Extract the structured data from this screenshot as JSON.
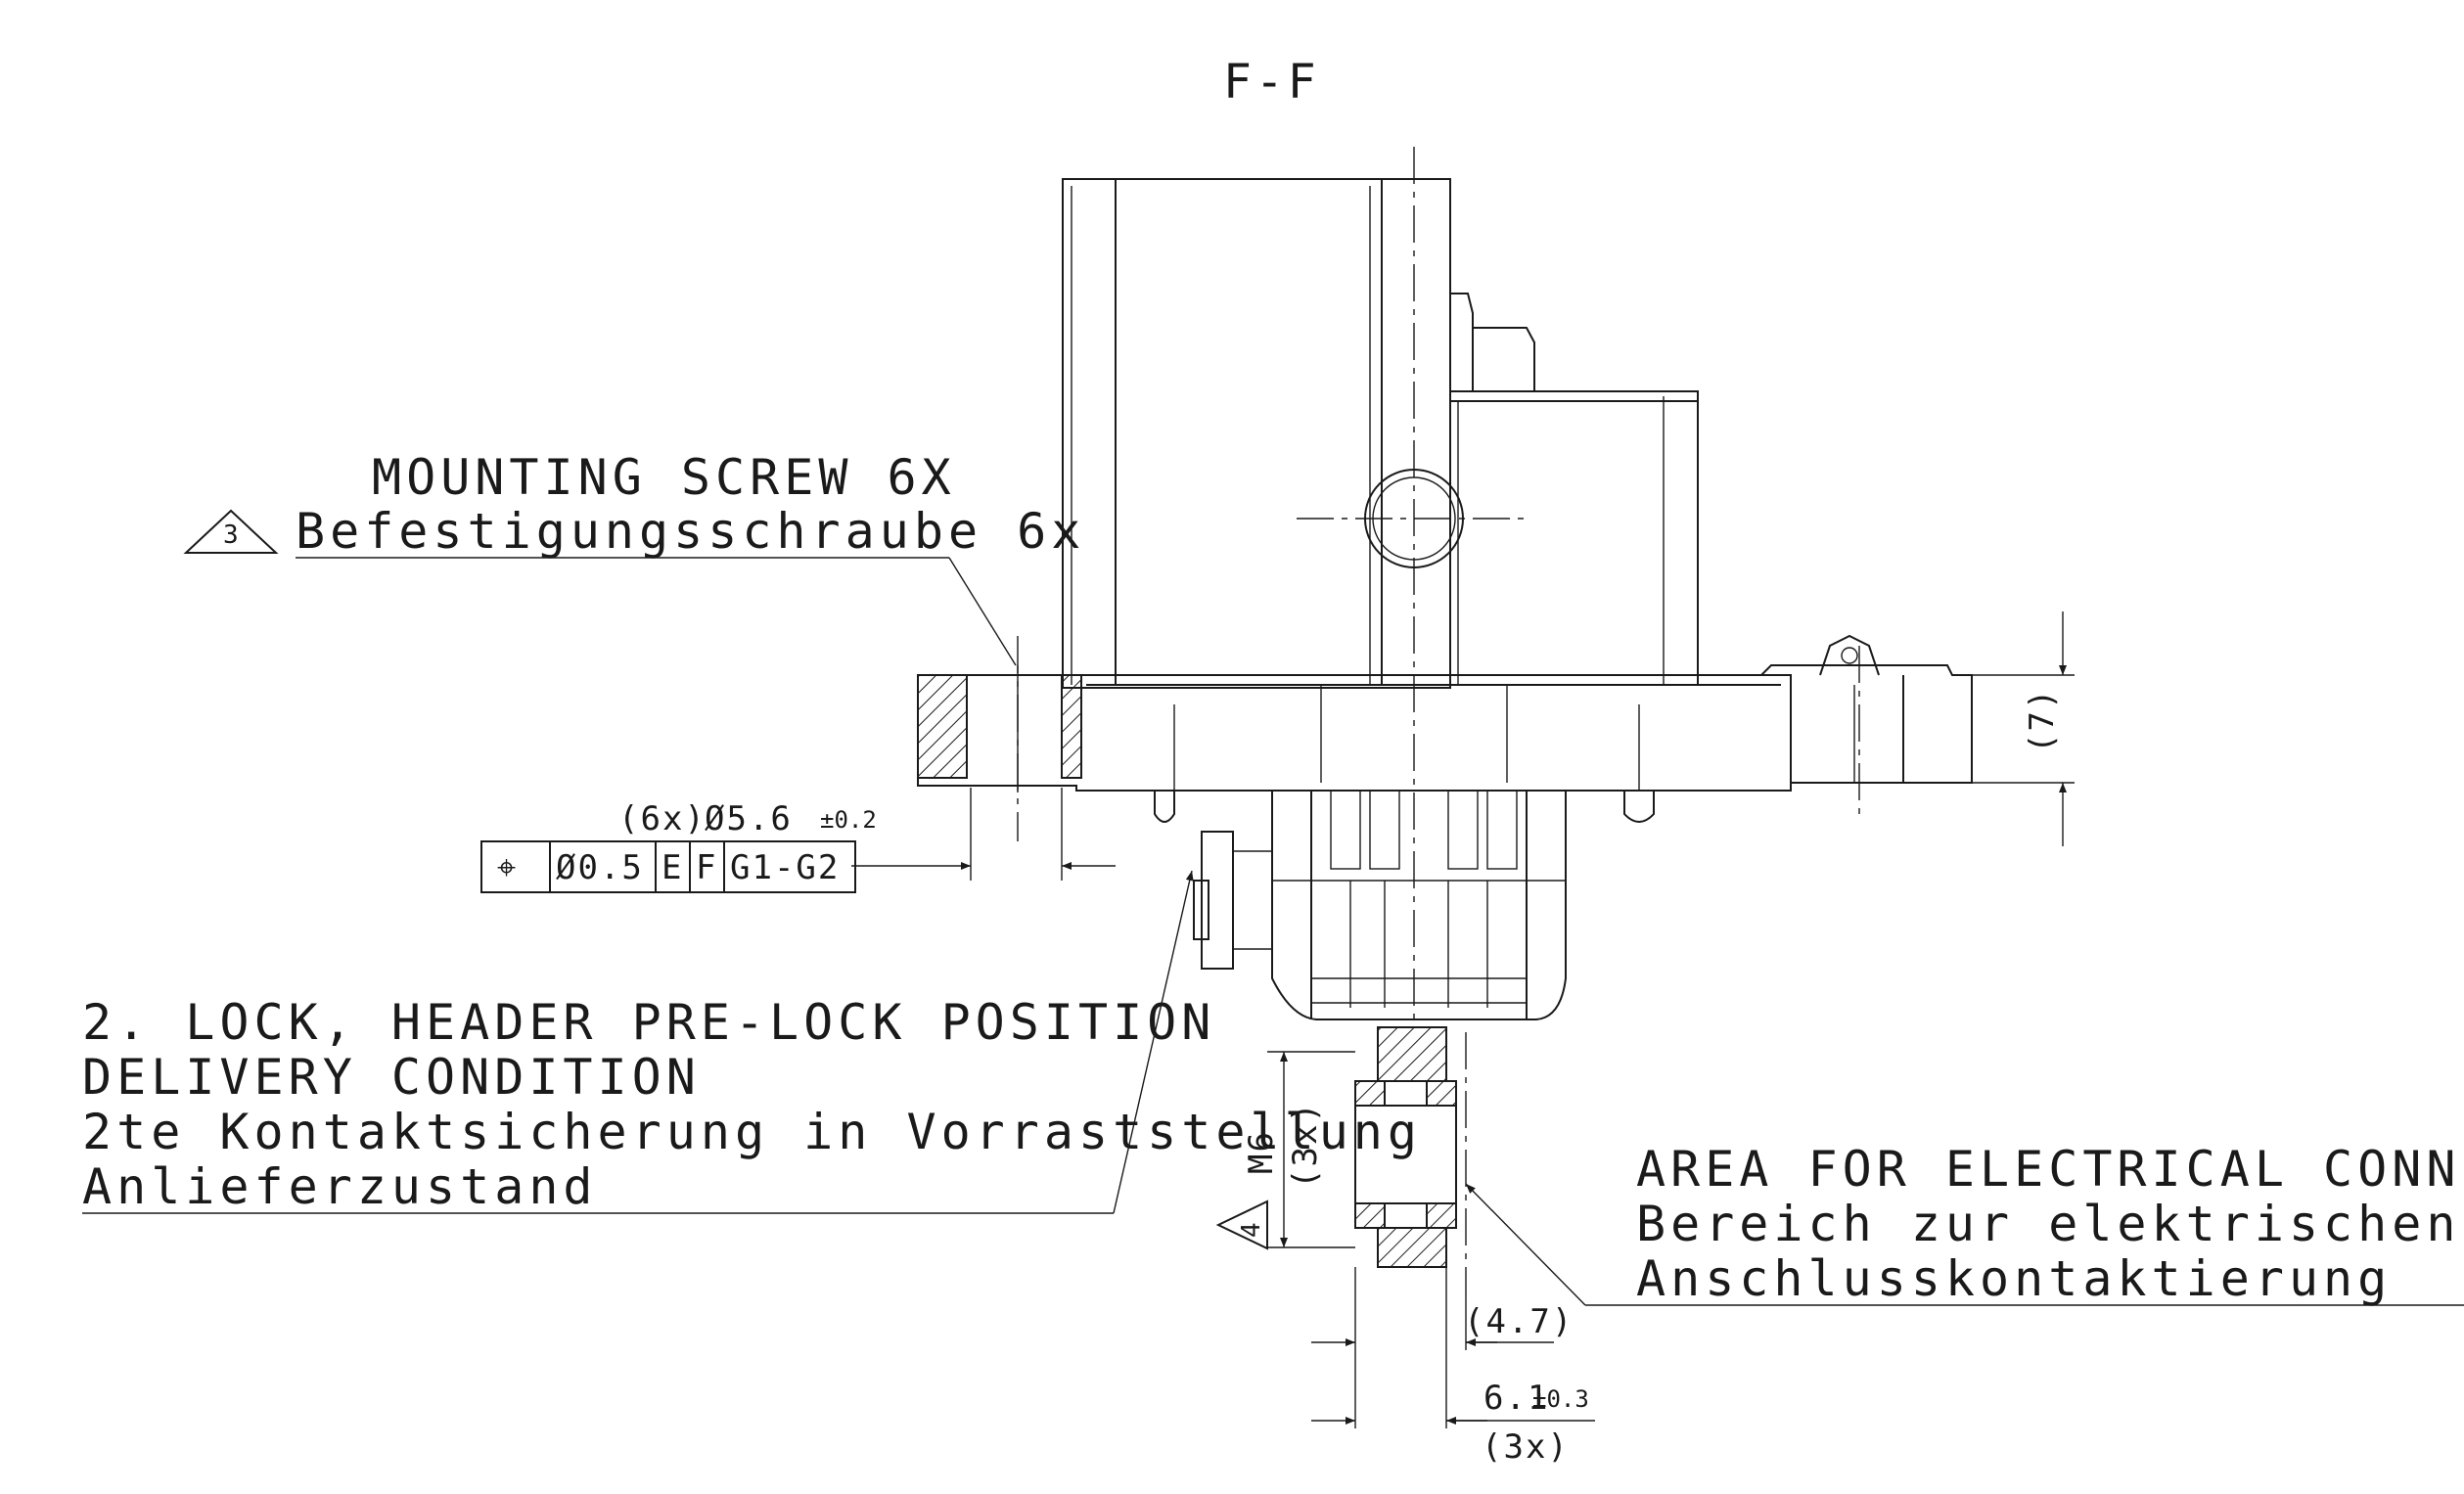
{
  "view_label": "F-F",
  "notes": {
    "mounting_screw_en": "MOUNTING SCREW 6X",
    "mounting_screw_de": "Befestigungsschraube 6x",
    "mounting_screw_ref": "3",
    "lock_en_1": "2. LOCK, HEADER PRE-LOCK POSITION",
    "lock_en_2": "DELIVERY CONDITION",
    "lock_de_1": "2te Kontaktsicherung in Vorraststellung",
    "lock_de_2": "Anlieferzustand",
    "area_en": "AREA FOR ELECTRICAL CONNECTIO",
    "area_de_1": "Bereich zur elektrischen",
    "area_de_2": "Anschlusskontaktierung"
  },
  "dimensions": {
    "hole_count": "(6x)",
    "hole_dia": "Ø5.6",
    "hole_tol": "±0.2",
    "fcf_symbol": "⌖",
    "fcf_tol": "Ø0.5",
    "fcf_datum_1": "E",
    "fcf_datum_2": "F",
    "fcf_datum_3": "G1-G2",
    "height_ref": "(7)",
    "thread": "M6",
    "thread_count": "(3x)",
    "thread_ref": "4",
    "dim_47": "(4.7)",
    "dim_61": "6.1",
    "dim_61_tol": "±0.3",
    "dim_61_count": "(3x)"
  }
}
